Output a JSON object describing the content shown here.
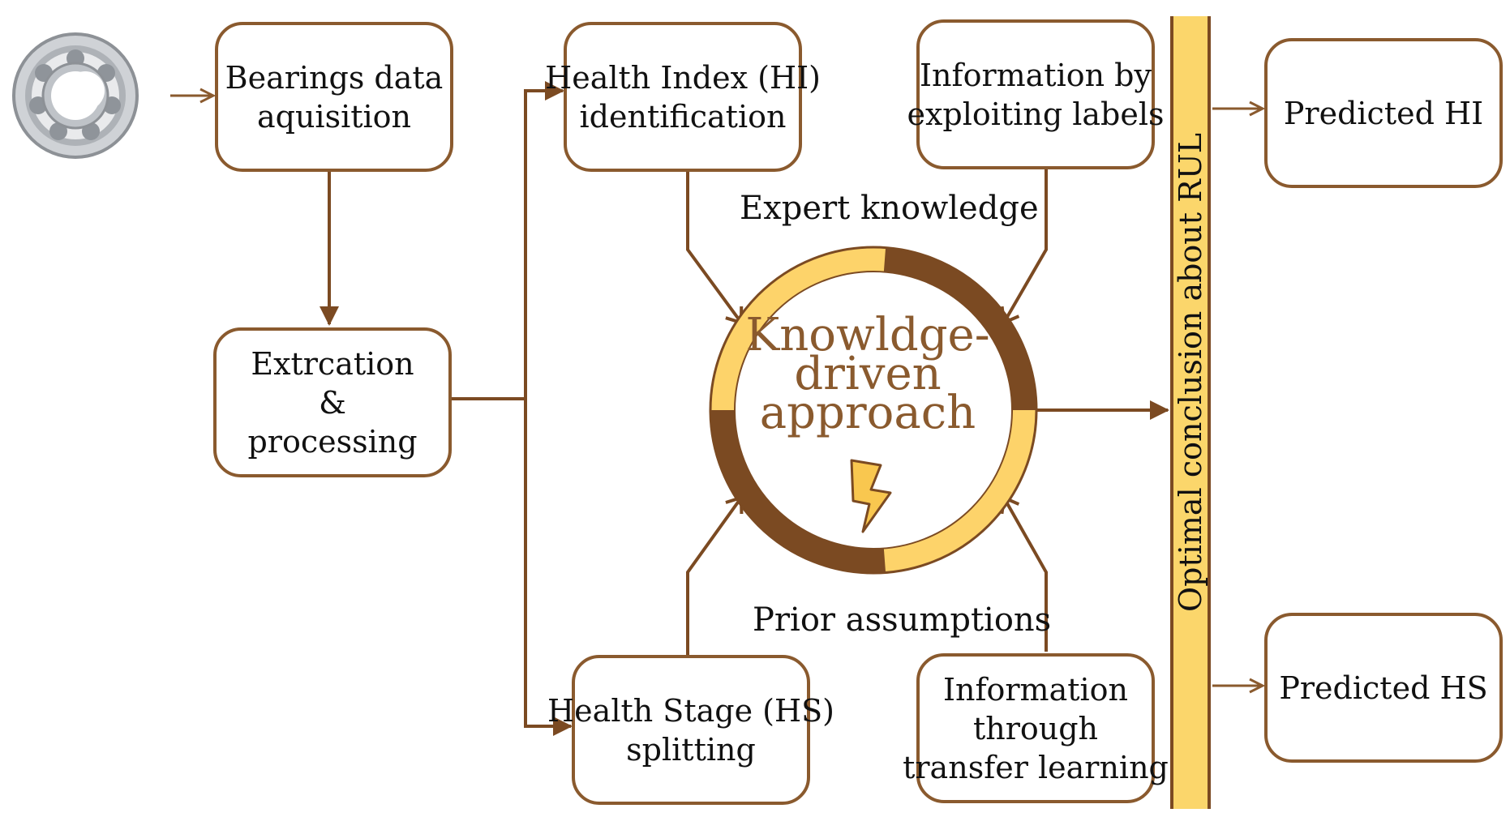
{
  "nodes": {
    "acquisition": {
      "lines": [
        "Bearings data",
        "aquisition"
      ]
    },
    "extraction": {
      "lines": [
        "Extrcation",
        "&",
        "processing"
      ]
    },
    "hi_identification": {
      "lines": [
        "Health Index (HI)",
        "identification"
      ]
    },
    "labels_info": {
      "lines": [
        "Information by",
        "exploiting labels"
      ]
    },
    "hs_splitting": {
      "lines": [
        "Health Stage (HS)",
        "splitting"
      ]
    },
    "transfer_info": {
      "lines": [
        "Information",
        "through",
        "transfer learning"
      ]
    },
    "predicted_hi": {
      "lines": [
        "Predicted HI"
      ]
    },
    "predicted_hs": {
      "lines": [
        "Predicted HS"
      ]
    }
  },
  "labels": {
    "expert_knowledge": "Expert knowledge",
    "prior_assumptions": "Prior assumptions"
  },
  "center": {
    "lines": [
      "Knowldge-",
      "driven",
      "approach"
    ]
  },
  "conclusion_bar": {
    "text": "Optimal conclusion about RUL"
  },
  "colors": {
    "dark_brown": "#8a5a2e",
    "ring_dark": "#7b4a22",
    "ring_light": "#fdd36a",
    "bar_yellow": "#fbd66b",
    "bolt_yellow": "#f9c74f"
  },
  "icons": {
    "bearing": "bearing-icon",
    "bolt": "lightning-bolt-icon"
  }
}
